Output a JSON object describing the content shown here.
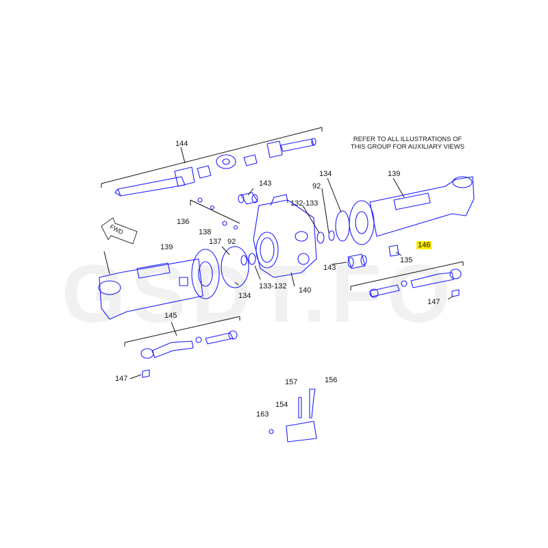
{
  "note": {
    "line1": "REFER TO ALL ILLUSTRATIONS OF",
    "line2": "THIS GROUP FOR AUXILIARY VIEWS"
  },
  "direction_arrow": "FWD",
  "highlight_color": "#ffeb00",
  "line_color": "#1a1aff",
  "callouts": {
    "c144": "144",
    "c143a": "143",
    "c92a": "92",
    "c134a": "134",
    "c139a": "139",
    "c132a": "132-133",
    "c136": "136",
    "c138": "138",
    "c137": "137",
    "c92b": "92",
    "c139b": "139",
    "c134b": "134",
    "c133": "133-132",
    "c140": "140",
    "c143b": "143",
    "c146": "146",
    "c135": "135",
    "c147a": "147",
    "c145": "145",
    "c147b": "147",
    "c157": "157",
    "c156": "156",
    "c154": "154",
    "c163": "163"
  }
}
